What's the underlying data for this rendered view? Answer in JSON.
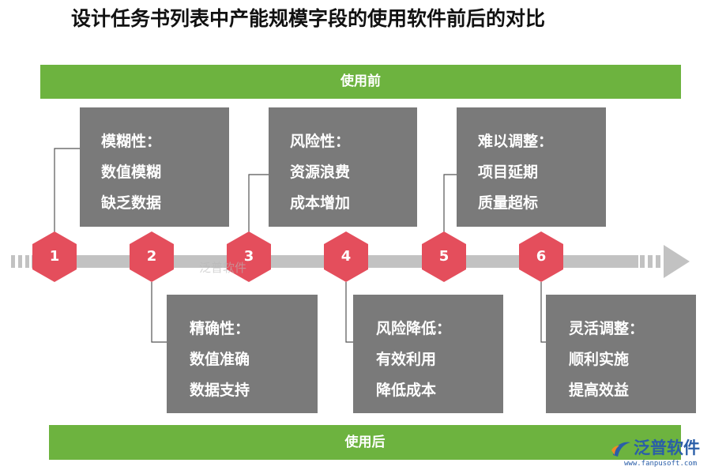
{
  "title": "设计任务书列表中产能规模字段的使用软件前后的对比",
  "band_before": "使用前",
  "band_after": "使用后",
  "colors": {
    "band": "#6db33f",
    "box": "#7a7a7a",
    "hex": "#e44e5c",
    "arrow": "#c2c2c2"
  },
  "steps": [
    {
      "number": "1",
      "heading": "模糊性：",
      "lines": [
        "数值模糊",
        "缺乏数据"
      ]
    },
    {
      "number": "2",
      "heading": "精确性：",
      "lines": [
        "数值准确",
        "数据支持"
      ]
    },
    {
      "number": "3",
      "heading": "风险性：",
      "lines": [
        "资源浪费",
        "成本增加"
      ]
    },
    {
      "number": "4",
      "heading": "风险降低：",
      "lines": [
        "有效利用",
        "降低成本"
      ]
    },
    {
      "number": "5",
      "heading": "难以调整：",
      "lines": [
        "项目延期",
        "质量超标"
      ]
    },
    {
      "number": "6",
      "heading": "灵活调整：",
      "lines": [
        "顺利实施",
        "提高效益"
      ]
    }
  ],
  "watermark": "泛普软件",
  "logo": {
    "name": "泛普软件",
    "url": "www.fanpusoft.com"
  }
}
